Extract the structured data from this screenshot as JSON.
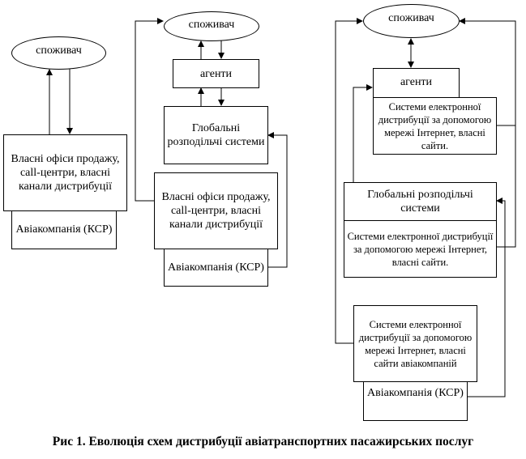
{
  "column1": {
    "consumer": "споживач",
    "own_channels": "Власні офіси продажу, call-центри, власні канали дистрибуції",
    "airline": "Авіакомпанія (КСР)"
  },
  "column2": {
    "consumer": "споживач",
    "agents": "агенти",
    "gds": "Глобальні розподільчі системи",
    "own_channels": "Власні офіси продажу, call-центри, власні канали дистрибуції",
    "airline": "Авіакомпанія (КСР)"
  },
  "column3": {
    "consumer": "споживач",
    "agents": "агенти",
    "agents_internet": "Системи електронної дистрибуції за допомогою мережі Інтернет, власні сайти.",
    "gds": "Глобальні розподільчі системи",
    "gds_internet": "Системи електронної дистрибуції за допомогою мережі Інтернет, власні сайти.",
    "airline_internet": "Системи електронної дистрибуції за допомогою мережі Інтернет, власні сайти авіакомпаній",
    "airline": "Авіакомпанія (КСР)"
  },
  "caption": "Рис 1. Еволюція схем дистрибуції авіатранспортних пасажирських послуг"
}
